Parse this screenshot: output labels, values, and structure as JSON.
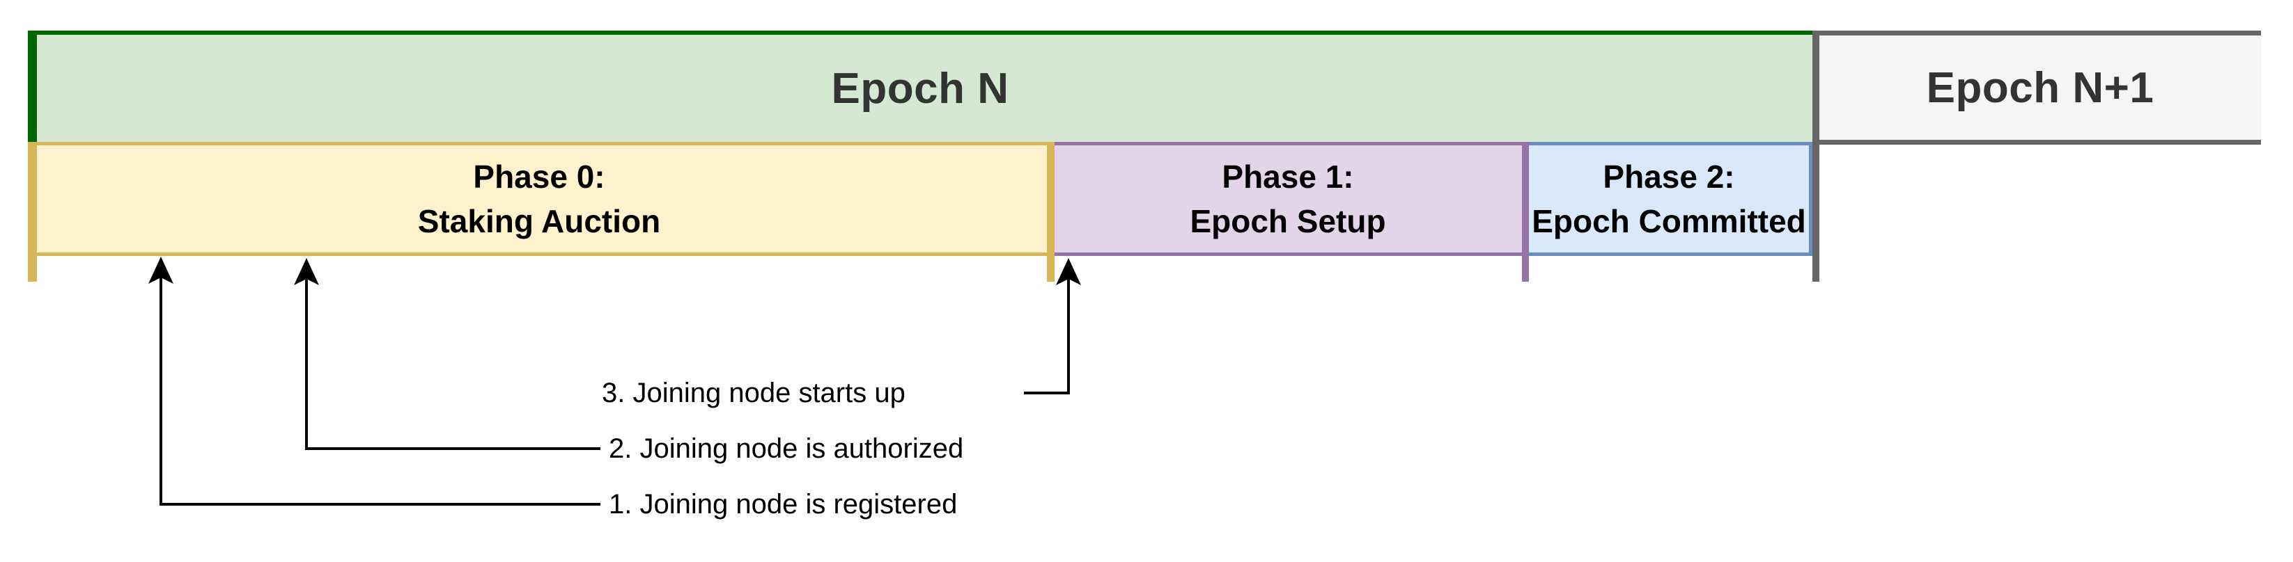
{
  "diagram": {
    "title_semantics": "Epoch phase timeline",
    "epochs": [
      {
        "label": "Epoch N"
      },
      {
        "label": "Epoch N+1"
      }
    ],
    "phases": [
      {
        "line1": "Phase 0:",
        "line2": "Staking Auction"
      },
      {
        "line1": "Phase 1:",
        "line2": "Epoch Setup"
      },
      {
        "line1": "Phase 2:",
        "line2": "Epoch Committed"
      }
    ],
    "annotations": [
      {
        "label": "1. Joining node is registered"
      },
      {
        "label": "2. Joining node is authorized"
      },
      {
        "label": "3. Joining node starts up"
      }
    ],
    "colors": {
      "epoch_n_fill": "#d5e8d4",
      "epoch_n_border": "#006600",
      "epoch_next_fill": "#f5f5f5",
      "epoch_next_border": "#666666",
      "phase0_fill": "#fff2cc",
      "phase0_border": "#d6b656",
      "phase1_fill": "#e1d5e7",
      "phase1_border": "#9673a6",
      "phase2_fill": "#dae8fc",
      "phase2_border": "#6c8ebf",
      "arrow_color": "#000000",
      "epoch_text_color": "#333333",
      "phase_text_color": "#000000"
    }
  }
}
